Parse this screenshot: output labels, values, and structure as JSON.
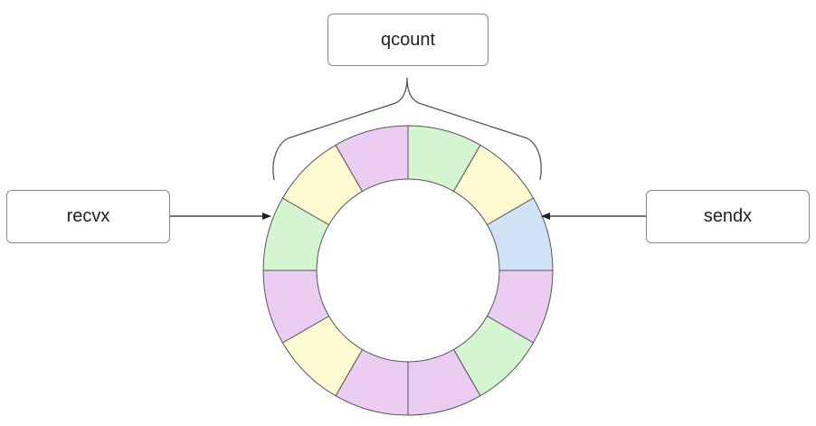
{
  "labels": {
    "qcount": "qcount",
    "recvx": "recvx",
    "sendx": "sendx"
  },
  "colors": {
    "yellow": "#fdfbcf",
    "purple": "#ebcdf4",
    "green": "#d3f5cf",
    "blue": "#cfe2f6",
    "outline": "#555555",
    "arrow": "#222222"
  },
  "ring": {
    "segment_count": 12,
    "segment_colors": [
      "green",
      "yellow",
      "blue",
      "purple",
      "green",
      "purple",
      "purple",
      "yellow",
      "purple",
      "green",
      "yellow",
      "purple"
    ]
  }
}
